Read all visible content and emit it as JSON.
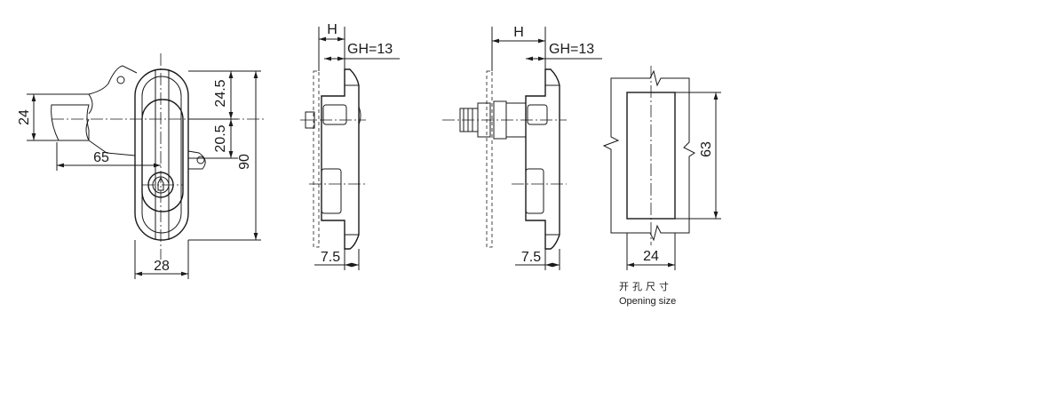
{
  "dimensions": {
    "front_height": "24",
    "front_upper": "24.5",
    "front_lower": "20.5",
    "front_length": "65",
    "front_total": "90",
    "front_width": "28",
    "side1_h": "H",
    "side1_gh": "GH=13",
    "side1_base": "7.5",
    "side2_h": "H",
    "side2_gh": "GH=13",
    "side2_base": "7.5",
    "cutout_height": "63",
    "cutout_width": "24"
  },
  "caption": {
    "chinese": "开孔尺寸",
    "english": "Opening size"
  },
  "colors": {
    "line": "#1a1a1a",
    "background": "#ffffff"
  }
}
